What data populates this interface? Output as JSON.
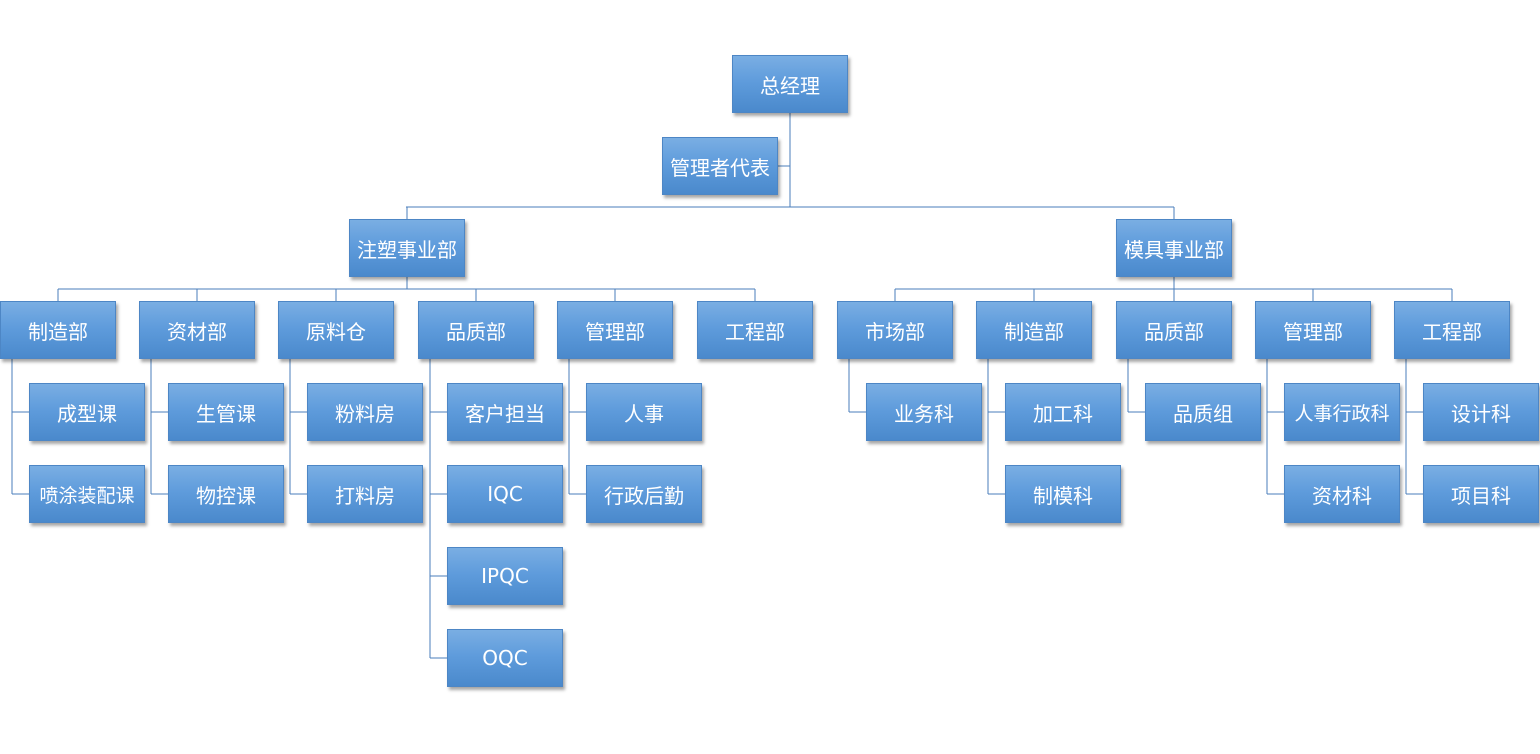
{
  "org": {
    "ceo": "总经理",
    "rep": "管理者代表",
    "divisions": [
      {
        "name": "注塑事业部",
        "departments": [
          {
            "name": "制造部",
            "children": [
              "成型课",
              "喷涂装配课"
            ]
          },
          {
            "name": "资材部",
            "children": [
              "生管课",
              "物控课"
            ]
          },
          {
            "name": "原料仓",
            "children": [
              "粉料房",
              "打料房"
            ]
          },
          {
            "name": "品质部",
            "children": [
              "客户担当",
              "IQC",
              "IPQC",
              "OQC"
            ]
          },
          {
            "name": "管理部",
            "children": [
              "人事",
              "行政后勤"
            ]
          },
          {
            "name": "工程部",
            "children": []
          }
        ]
      },
      {
        "name": "模具事业部",
        "departments": [
          {
            "name": "市场部",
            "children": [
              "业务科"
            ]
          },
          {
            "name": "制造部",
            "children": [
              "加工科",
              "制模科"
            ]
          },
          {
            "name": "品质部",
            "children": [
              "品质组"
            ]
          },
          {
            "name": "管理部",
            "children": [
              "人事行政科",
              "资材科"
            ]
          },
          {
            "name": "工程部",
            "children": [
              "设计科",
              "项目科"
            ]
          }
        ]
      }
    ]
  },
  "colors": {
    "box_top": "#7aaee3",
    "box_bottom": "#4a89cc",
    "line": "#4a7ebb",
    "text": "#ffffff"
  }
}
